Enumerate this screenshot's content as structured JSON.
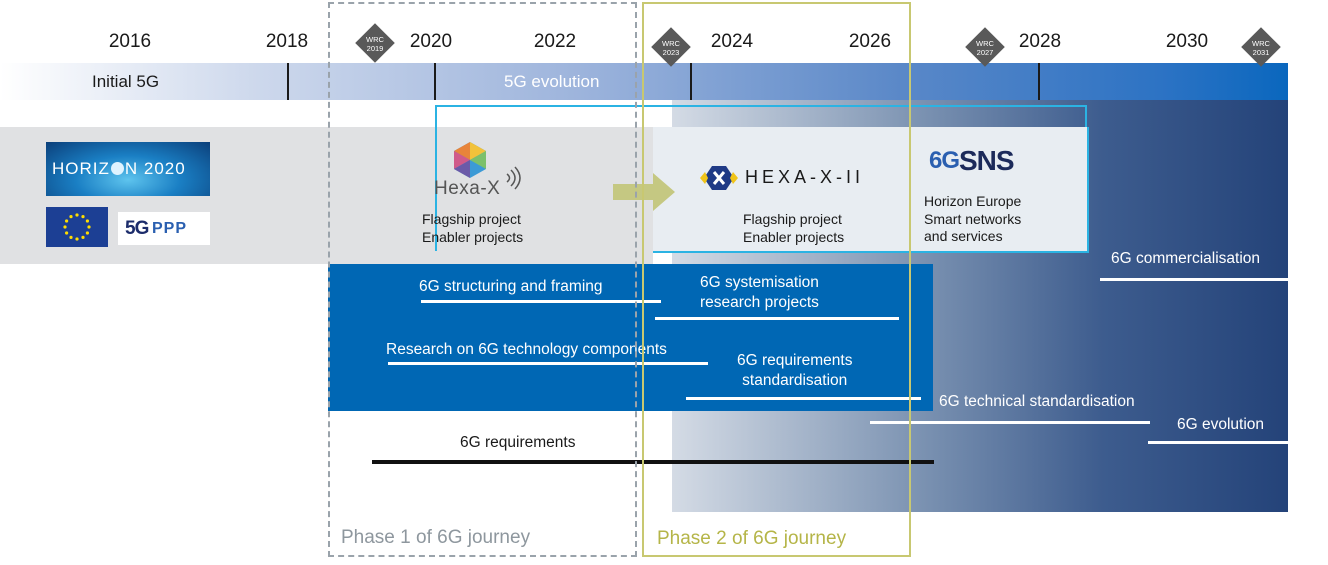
{
  "timeline": {
    "years": [
      "2016",
      "2018",
      "2020",
      "2022",
      "2024",
      "2026",
      "2028",
      "2030"
    ],
    "wrc": [
      {
        "label": "WRC",
        "year": "2019"
      },
      {
        "label": "WRC",
        "year": "2023"
      },
      {
        "label": "WRC",
        "year": "2027"
      },
      {
        "label": "WRC",
        "year": "2031"
      }
    ],
    "initial_5g": "Initial 5G",
    "evolution_5g": "5G evolution"
  },
  "logos": {
    "horizon": "HORIZ",
    "horizon_tail": "N 2020",
    "fivegppp_5g": "5G",
    "fivegppp_ppp": "PPP",
    "hexa_x": "Hexa-X",
    "hexa_x2": "HEXA-X-II",
    "sns_6g": "6G",
    "sns": "SNS"
  },
  "projects": {
    "hexa_x_desc": [
      "Flagship project",
      "Enabler projects"
    ],
    "hexa_x2_desc": [
      "Flagship project",
      "Enabler projects"
    ],
    "sns_desc": [
      "Horizon Europe",
      "Smart networks",
      "and services"
    ]
  },
  "activities": {
    "structuring": "6G structuring and framing",
    "systemisation": [
      "6G systemisation",
      "research projects"
    ],
    "research_components": "Research on 6G technology components",
    "req_standardisation": [
      "6G requirements",
      "standardisation"
    ],
    "tech_standardisation": "6G technical standardisation",
    "commercialisation": "6G commercialisation",
    "evolution": "6G evolution",
    "requirements": "6G requirements"
  },
  "phases": {
    "phase1": "Phase 1 of 6G journey",
    "phase2": "Phase 2 of 6G journey"
  },
  "colors": {
    "deep_blue": "#0067b4",
    "navy": "#233f78",
    "phase1_border": "#9aa3ab",
    "phase2_border": "#c8c871",
    "cyan": "#2bb3e3"
  }
}
